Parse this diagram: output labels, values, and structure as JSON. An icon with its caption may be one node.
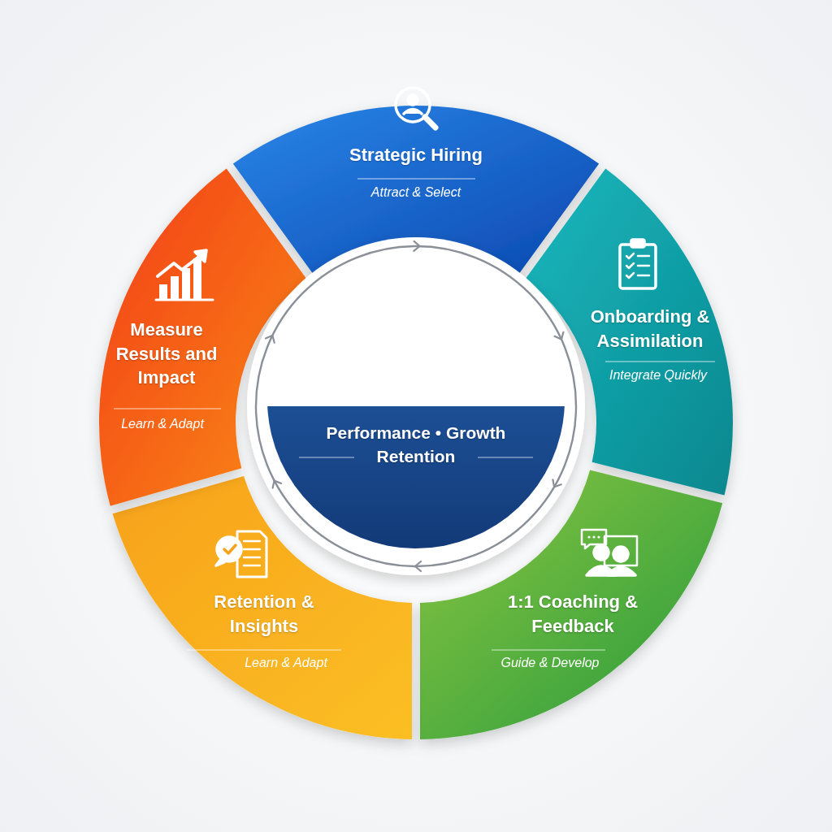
{
  "diagram": {
    "nodes": [
      {
        "text": [
          "Strategic Hiring",
          "Attract & Select"
        ]
      },
      {
        "text": [
          "Onboarding & Assimilation",
          "Integrate Quickly"
        ]
      },
      {
        "text": [
          "1:1 Coaching & Feedback",
          "Guide & Develop"
        ]
      },
      {
        "text": [
          "Retention & Insights",
          "Learn & Adapt"
        ]
      },
      {
        "text": [
          "Measure Results and Impact",
          "Learn & Adapt"
        ]
      },
      {
        "text": [],
        "shape": "circle"
      },
      {
        "text": [
          "Performance • Growth Retention"
        ],
        "in": 5
      }
    ]
  }
}
